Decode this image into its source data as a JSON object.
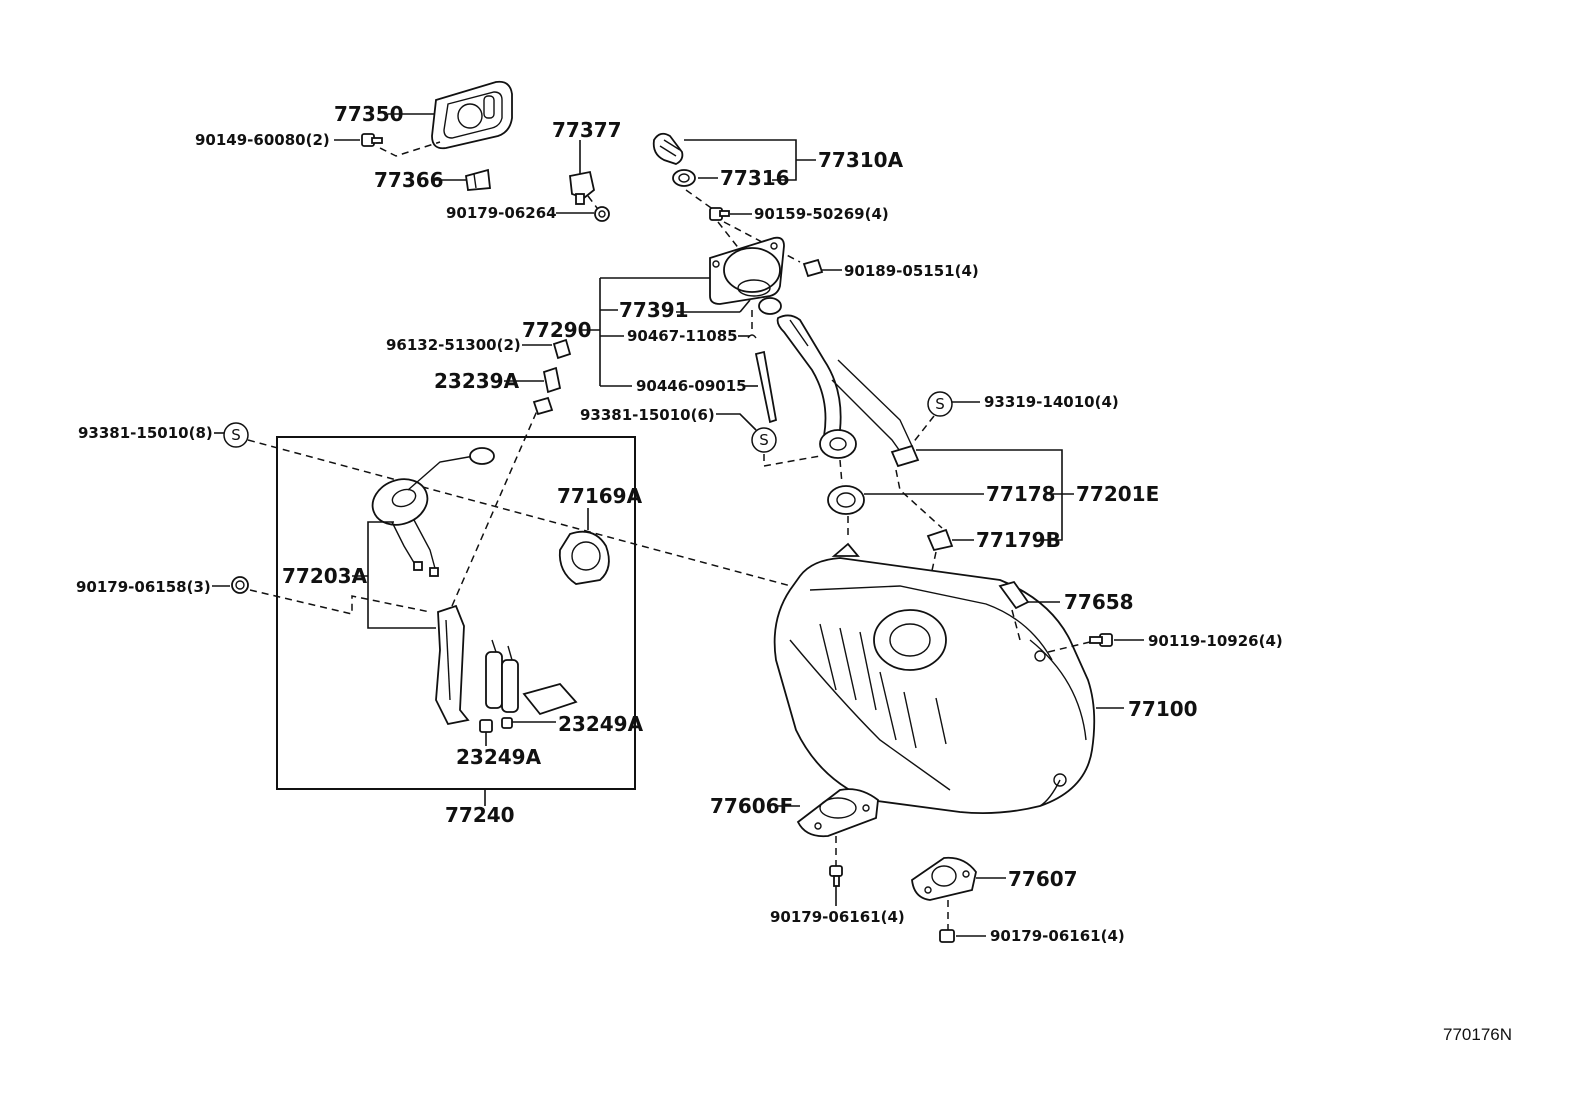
{
  "diagram_code": "770176N",
  "symbol_s": "S",
  "parts": {
    "p77350": "77350",
    "p90149": "90149-60080(2)",
    "p77366": "77366",
    "p77377": "77377",
    "p90179_06264": "90179-06264",
    "p77310A": "77310A",
    "p77316": "77316",
    "p90159": "90159-50269(4)",
    "p90189": "90189-05151(4)",
    "p77391": "77391",
    "p77290": "77290",
    "p90467": "90467-11085",
    "p96132": "96132-51300(2)",
    "p23239A": "23239A",
    "p90446": "90446-09015",
    "p93381_6": "93381-15010(6)",
    "p93319": "93319-14010(4)",
    "p93381_8": "93381-15010(8)",
    "p77169A": "77169A",
    "p77178": "77178",
    "p77201E": "77201E",
    "p77179B": "77179B",
    "p77203A": "77203A",
    "p90179_06158": "90179-06158(3)",
    "p77658": "77658",
    "p90119": "90119-10926(4)",
    "p77100": "77100",
    "p23249A_r": "23249A",
    "p23249A_b": "23249A",
    "p77240": "77240",
    "p77606F": "77606F",
    "p77607": "77607",
    "p90179_06161_a": "90179-06161(4)",
    "p90179_06161_b": "90179-06161(4)"
  }
}
